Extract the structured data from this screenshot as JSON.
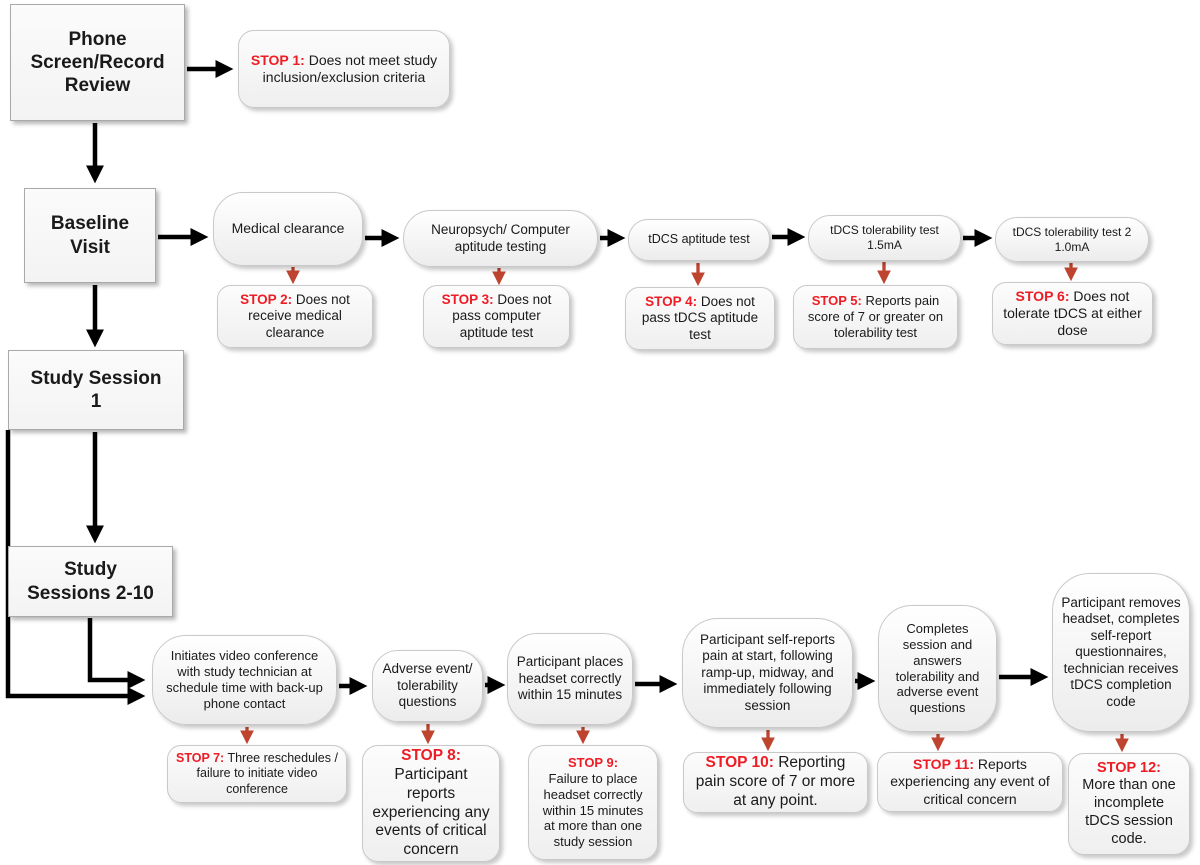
{
  "colors": {
    "stop_text_red": "#ee1c25",
    "arrow_red": "#bf4430",
    "arrow_black": "#000000",
    "box_fill": "#f3f3f3",
    "box_border": "#c9c9c9"
  },
  "stages": {
    "phone": {
      "label": "Phone Screen/Record Review"
    },
    "baseline": {
      "label": "Baseline Visit"
    },
    "session1": {
      "label": "Study Session 1"
    },
    "sessions2_10": {
      "label": "Study Sessions 2-10"
    }
  },
  "steps": {
    "medical": {
      "label": "Medical clearance"
    },
    "neuropsych": {
      "label": "Neuropsych/ Computer aptitude testing"
    },
    "tdcs_aptitude": {
      "label": "tDCS aptitude test"
    },
    "tolerability1": {
      "line1": "tDCS tolerability test",
      "line2": "1.5mA"
    },
    "tolerability2": {
      "line1": "tDCS tolerability test 2",
      "line2": "1.0mA"
    },
    "initiates": {
      "label": "Initiates video conference with study technician at schedule time with back-up phone contact"
    },
    "adverse": {
      "label": "Adverse event/ tolerability questions"
    },
    "places": {
      "label": "Participant places headset correctly within 15 minutes"
    },
    "self_reports": {
      "label": "Participant self-reports pain at start, following ramp-up, midway, and immediately following session"
    },
    "completes": {
      "label": "Completes session and answers tolerability and adverse event questions"
    },
    "removes": {
      "label": "Participant removes headset, completes self-report questionnaires, technician receives tDCS completion code"
    }
  },
  "stops": {
    "stop1": {
      "prefix": "STOP 1:",
      "text": "Does not meet study  inclusion/exclusion criteria"
    },
    "stop2": {
      "prefix": "STOP 2:",
      "text": "Does not receive medical clearance"
    },
    "stop3": {
      "prefix": "STOP 3:",
      "text": "Does not pass computer aptitude test"
    },
    "stop4": {
      "prefix": "STOP 4:",
      "text": "Does not pass tDCS aptitude test"
    },
    "stop5": {
      "prefix": "STOP 5:",
      "text": "Reports pain score of 7 or greater on tolerability test"
    },
    "stop6": {
      "prefix": "STOP 6:",
      "text": "Does not tolerate tDCS at either dose"
    },
    "stop7": {
      "prefix": "STOP 7:",
      "text": "Three reschedules / failure to initiate video conference"
    },
    "stop8": {
      "prefix": "STOP 8:",
      "text": "Participant reports experiencing any events of critical concern"
    },
    "stop9": {
      "prefix": "STOP 9:",
      "text": "Failure to place headset correctly within 15 minutes at more than one study session"
    },
    "stop10": {
      "prefix": "STOP 10:",
      "text": "Reporting pain score of 7 or more at any point."
    },
    "stop11": {
      "prefix": "STOP 11:",
      "text": "Reports experiencing any event of critical concern"
    },
    "stop12": {
      "prefix": "STOP 12:",
      "text": "More than one incomplete tDCS session code."
    }
  }
}
